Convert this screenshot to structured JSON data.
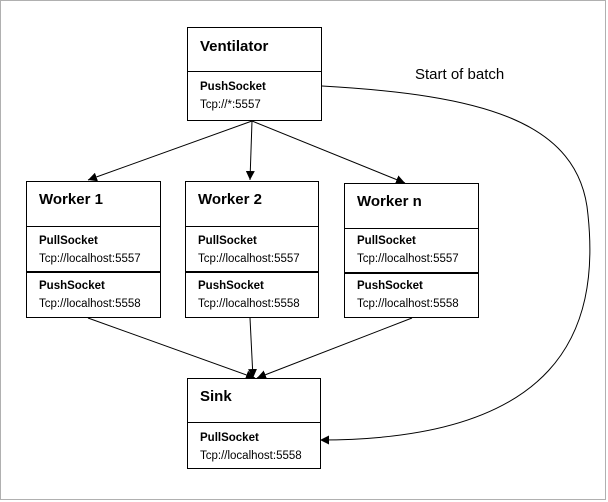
{
  "ventilator": {
    "title": "Ventilator",
    "sockets": [
      {
        "type": "PushSocket",
        "address": "Tcp://*:5557"
      }
    ]
  },
  "workers": [
    {
      "title": "Worker 1",
      "sockets": [
        {
          "type": "PullSocket",
          "address": "Tcp://localhost:5557"
        },
        {
          "type": "PushSocket",
          "address": "Tcp://localhost:5558"
        }
      ]
    },
    {
      "title": "Worker 2",
      "sockets": [
        {
          "type": "PullSocket",
          "address": "Tcp://localhost:5557"
        },
        {
          "type": "PushSocket",
          "address": "Tcp://localhost:5558"
        }
      ]
    },
    {
      "title": "Worker n",
      "sockets": [
        {
          "type": "PullSocket",
          "address": "Tcp://localhost:5557"
        },
        {
          "type": "PushSocket",
          "address": "Tcp://localhost:5558"
        }
      ]
    }
  ],
  "sink": {
    "title": "Sink",
    "sockets": [
      {
        "type": "PullSocket",
        "address": "Tcp://localhost:5558"
      }
    ]
  },
  "edges": {
    "batch_label": "Start of batch"
  }
}
